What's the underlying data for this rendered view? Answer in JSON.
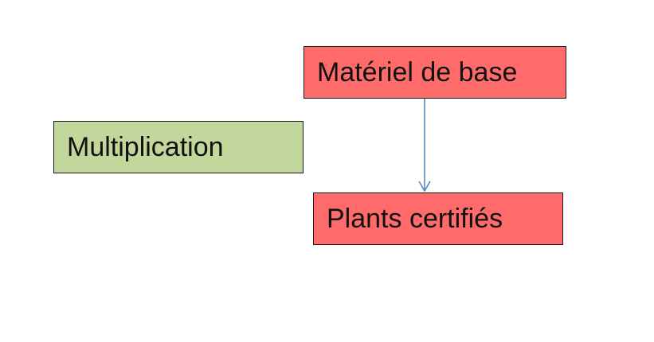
{
  "nodes": {
    "multiplication": {
      "label": "Multiplication",
      "fill": "#c3d69b"
    },
    "materiel_de_base": {
      "label": "Matériel de base",
      "fill": "#ff6b6b"
    },
    "plants_certifies": {
      "label": "Plants certifiés",
      "fill": "#ff6b6b"
    }
  },
  "edges": [
    {
      "from": "materiel_de_base",
      "to": "plants_certifies",
      "color": "#4f81bd"
    }
  ]
}
